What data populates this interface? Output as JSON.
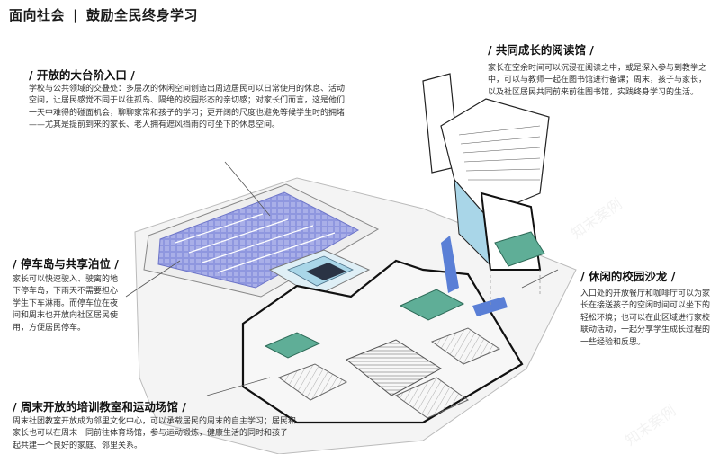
{
  "header": {
    "part1": "面向社会",
    "separator": "|",
    "part2": "鼓励全民终身学习"
  },
  "sections": {
    "entrance": {
      "title": "/ 开放的大台阶入口 /",
      "body": "学校与公共领域的交叠处：多层次的休闲空间创造出周边居民可以日常使用的休息、活动空间，让居民感觉不同于以往孤岛、隔绝的校园形态的亲切感；对家长们而言，这是他们一天中难得的碰面机会，聊聊家常和孩子的学习；更开阔的尺度也避免等候学生时的拥堵——尤其是提前到来的家长、老人拥有遮风挡雨的可坐下的休息空间。"
    },
    "parking": {
      "title": "/ 停车岛与共享泊位 /",
      "body": "家长可以快速驶入、驶离的地下停车岛，下雨天不需要担心学生下车淋雨。而停车位在夜间和周末也开放向社区居民使用，方便居民停车。"
    },
    "weekend": {
      "title": "/ 周末开放的培训教室和运动场馆 /",
      "body": "周末社团教室开放成为邻里文化中心，可以承载居民的周末的自主学习；居民和家长也可以在周末一同前往体育场馆，参与运动锻炼，健康生活的同时和孩子一起共建一个良好的家庭、邻里关系。"
    },
    "library": {
      "title": "/ 共同成长的阅读馆 /",
      "body": "家长在空余时间可以沉浸在阅读之中，或是深入参与到教学之中，可以与教师一起在图书馆进行备课；周末，孩子与家长，以及社区居民共同前来前往图书馆，实践终身学习的生活。"
    },
    "lounge": {
      "title": "/ 休闲的校园沙龙 /",
      "body": "入口处的开放餐厅和咖啡厅可以为家长在接送孩子的空闲时间可以坐下的轻松环境；也可以在此区域进行家校联动活动，一起分享学生成长过程的一些经验和反思。"
    }
  },
  "watermark": "知末案例",
  "colors": {
    "parking_blue": "#8f97df",
    "teal": "#5fae97",
    "light_blue": "#a9d6e8",
    "arrow_blue": "#5a7fd6"
  }
}
